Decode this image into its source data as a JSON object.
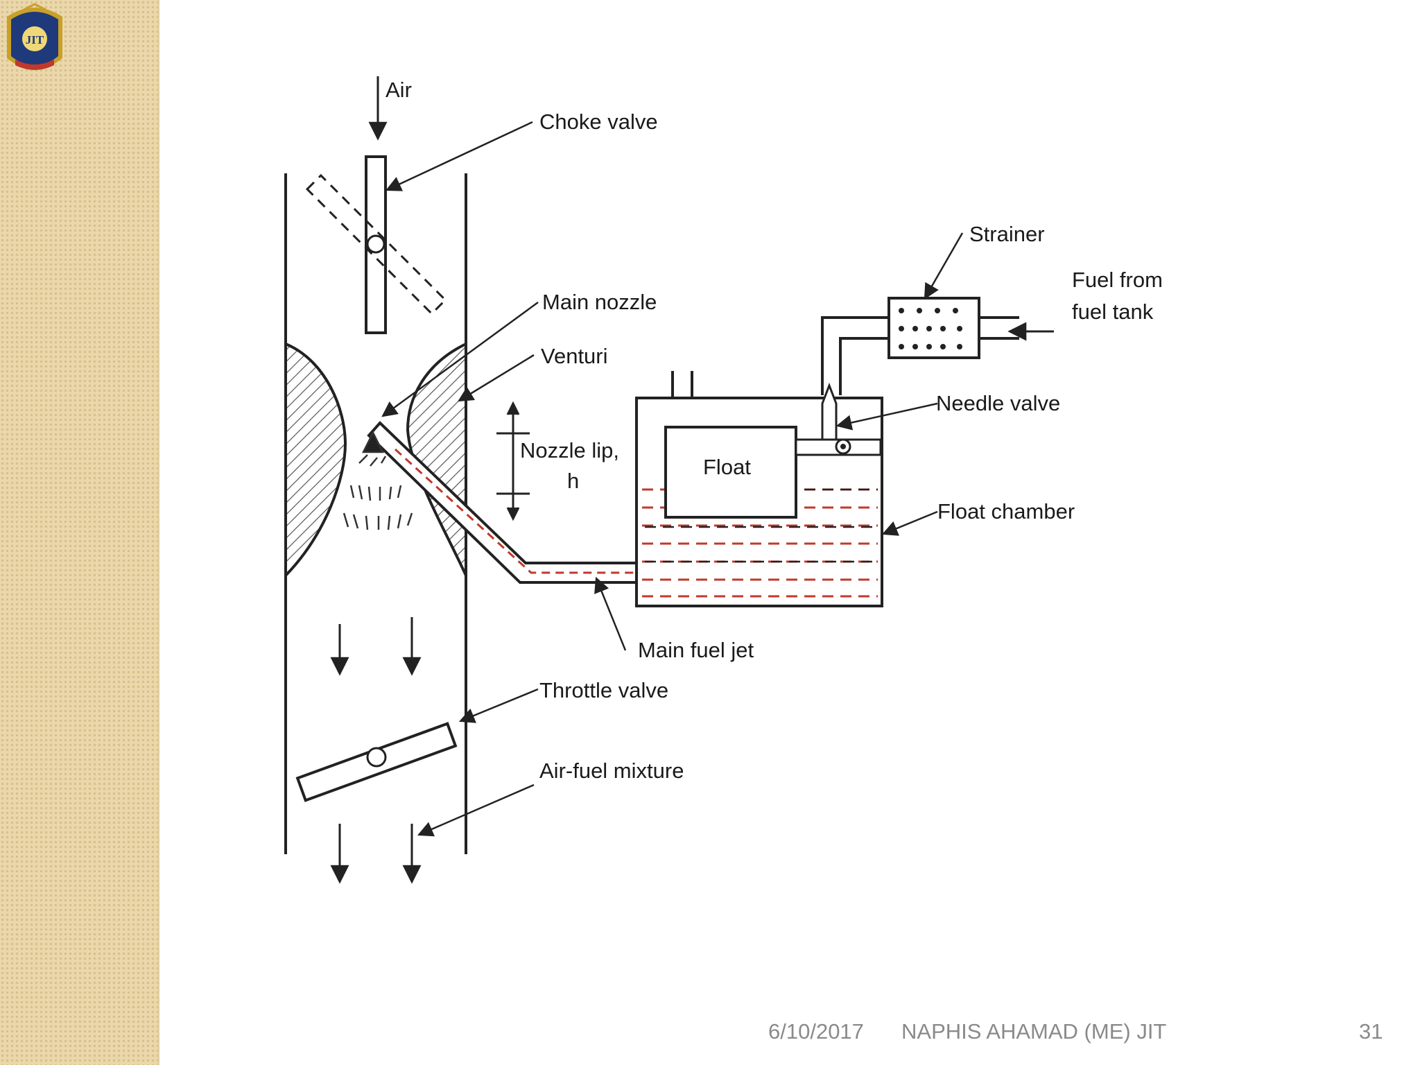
{
  "slide": {
    "footer": {
      "date": "6/10/2017",
      "author": "NAPHIS AHAMAD (ME) JIT",
      "page_number": "31"
    },
    "logo": {
      "text": "JIT",
      "colors": {
        "shield": "#1f3a7a",
        "border": "#c9a028",
        "accent": "#c0392b"
      }
    }
  },
  "diagram": {
    "labels": {
      "air": "Air",
      "choke_valve": "Choke valve",
      "strainer": "Strainer",
      "fuel_from_line1": "Fuel from",
      "fuel_from_line2": "fuel tank",
      "main_nozzle": "Main nozzle",
      "venturi": "Venturi",
      "needle_valve": "Needle valve",
      "nozzle_lip_line1": "Nozzle lip,",
      "nozzle_lip_line2": "h",
      "float": "Float",
      "float_chamber": "Float chamber",
      "main_fuel_jet": "Main fuel jet",
      "throttle_valve": "Throttle valve",
      "air_fuel_mixture": "Air-fuel mixture"
    }
  },
  "colors": {
    "sidebar": "#ead8ac",
    "line": "#222222",
    "fuel": "#c0392b",
    "hatch": "#555555",
    "footer_text": "#8a8a8a"
  }
}
